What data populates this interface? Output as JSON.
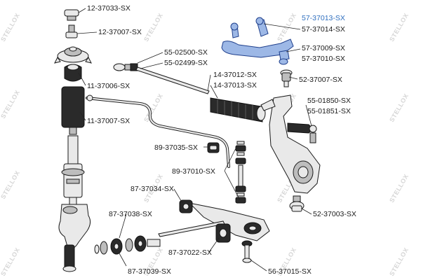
{
  "watermark": "STELLOX",
  "part_labels": {
    "p1": "12-37033-SX",
    "p2": "12-37007-SX",
    "p3": "11-37006-SX",
    "p4": "11-37007-SX",
    "p5": "55-02500-SX",
    "p6": "55-02499-SX",
    "p7": "14-37012-SX",
    "p8": "14-37013-SX",
    "p9": "57-37013-SX",
    "p10": "57-37014-SX",
    "p11": "57-37009-SX",
    "p12": "57-37010-SX",
    "p13": "52-37007-SX",
    "p14": "55-01850-SX",
    "p15": "55-01851-SX",
    "p16": "89-37035-SX",
    "p17": "89-37010-SX",
    "p18": "87-37034-SX",
    "p19": "87-37038-SX",
    "p20": "87-37022-SX",
    "p21": "87-37039-SX",
    "p22": "56-37015-SX",
    "p23": "52-37003-SX"
  },
  "colors": {
    "highlight_label": "#2f6fbf",
    "highlight_part": "#9db8e6",
    "label_text": "#1a1a1a",
    "watermark": "#d6d6d6"
  }
}
